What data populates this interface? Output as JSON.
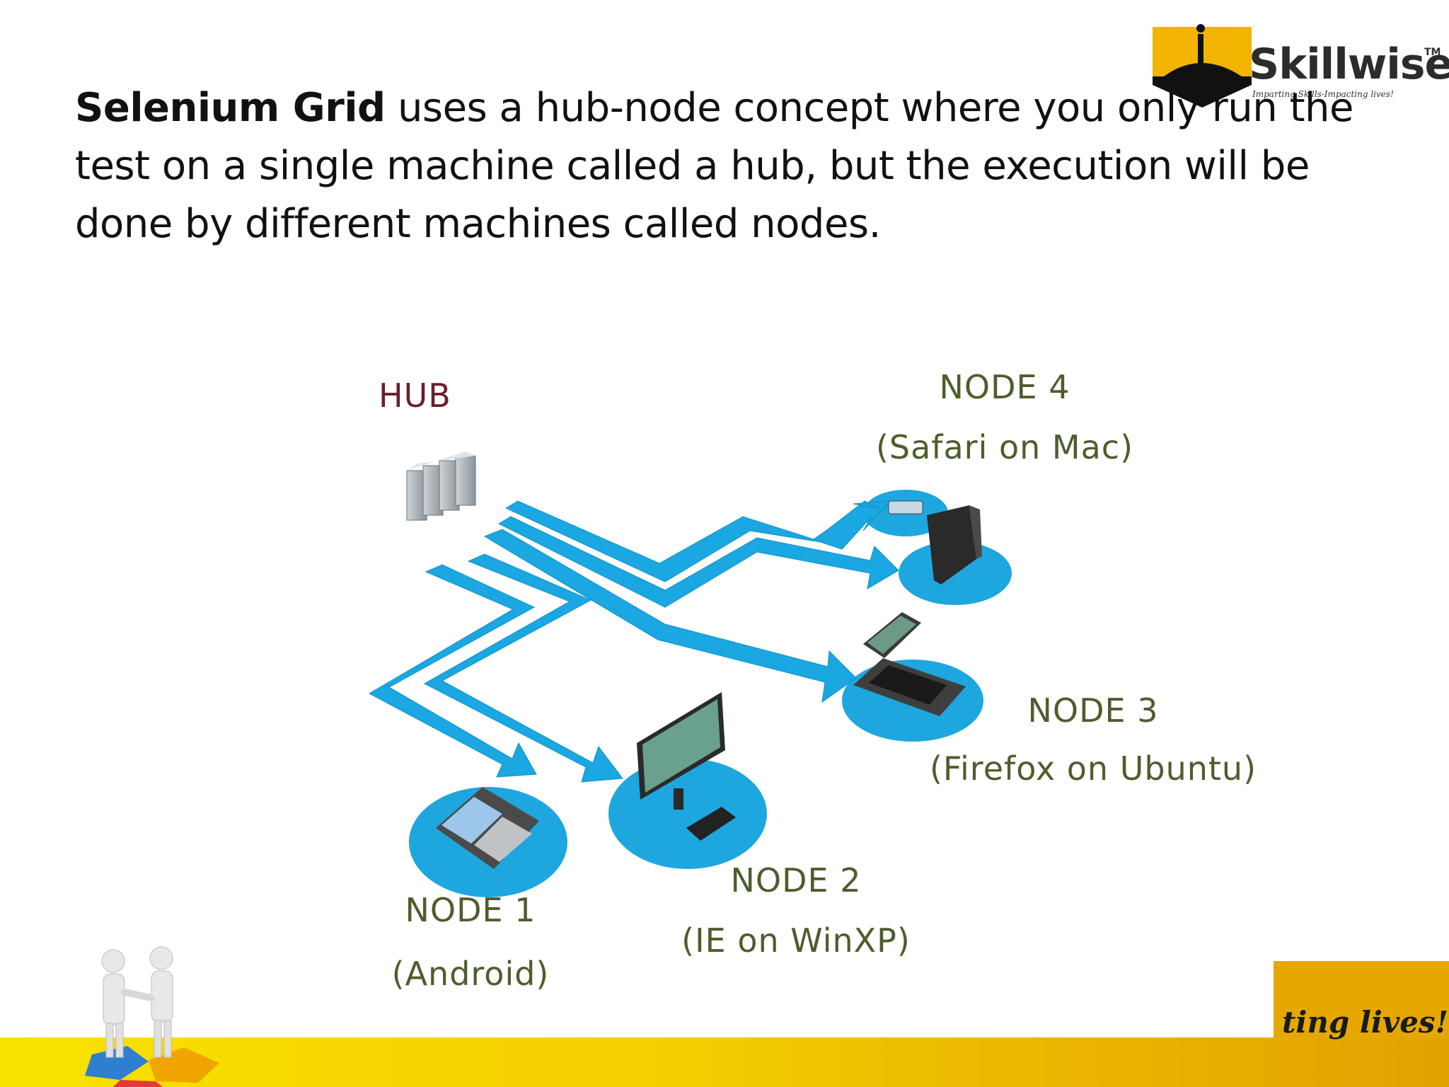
{
  "slide": {
    "text_bold": "Selenium Grid",
    "text_rest": " uses a hub-node concept where you only run the test on a single machine called a hub, but the execution will be done by different machines called nodes."
  },
  "logo": {
    "name": "Skillwise",
    "tm": "TM",
    "tagline": "Imparting Skills-Impacting lives!"
  },
  "footer": {
    "tagline_fragment": "ting lives!"
  },
  "diagram": {
    "hub_label": "HUB",
    "nodes": [
      {
        "label": "NODE 1",
        "sub": "(Android)"
      },
      {
        "label": "NODE 2",
        "sub": "(IE on WinXP)"
      },
      {
        "label": "NODE 3",
        "sub": "(Firefox on Ubuntu)"
      },
      {
        "label": "NODE 4",
        "sub": "(Safari on Mac)"
      }
    ],
    "colors": {
      "arrow": "#1aa7e2",
      "disc": "#1ea6df",
      "hub_text": "#6a1f2b",
      "node_text": "#4d5d2c"
    }
  },
  "icons": [
    "server-rack-icon",
    "tablet-icon",
    "desktop-monitor-icon",
    "laptop-icon",
    "mac-mini-icon",
    "handshake-people-icon",
    "skillwise-logo-icon"
  ]
}
